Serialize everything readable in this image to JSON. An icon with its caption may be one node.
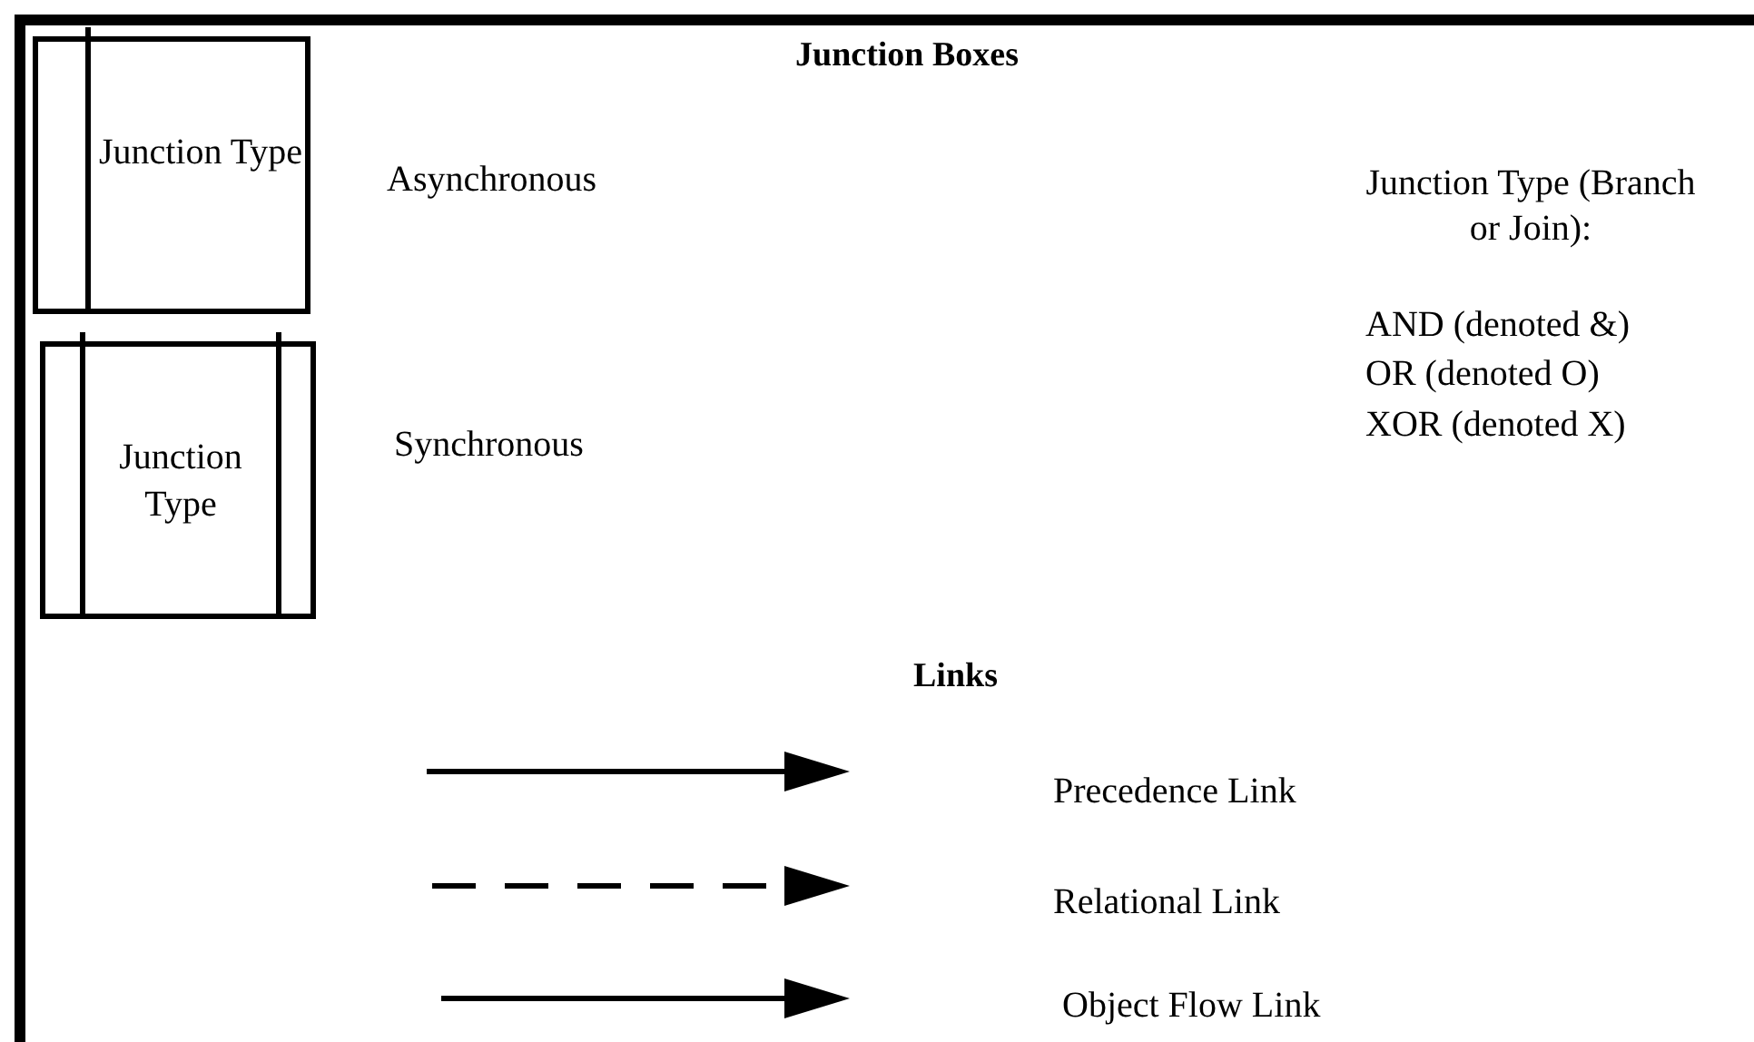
{
  "diagram": {
    "nodes": [
      {
        "text": [
          "Junction Type"
        ],
        "beside": [
          "Asynchronous"
        ]
      },
      {
        "text": [
          "Junction Type"
        ],
        "beside": [
          "Synchronous"
        ]
      }
    ],
    "labels": [
      "Junction Boxes",
      "Junction Type (Branch or Join):",
      "AND (denoted &)",
      "OR (denoted O)",
      "XOR (denoted X)",
      "Links"
    ],
    "legend": [
      {
        "text": "Precedence Link"
      },
      {
        "text": "Relational Link"
      },
      {
        "text": "Object Flow Link"
      }
    ]
  }
}
